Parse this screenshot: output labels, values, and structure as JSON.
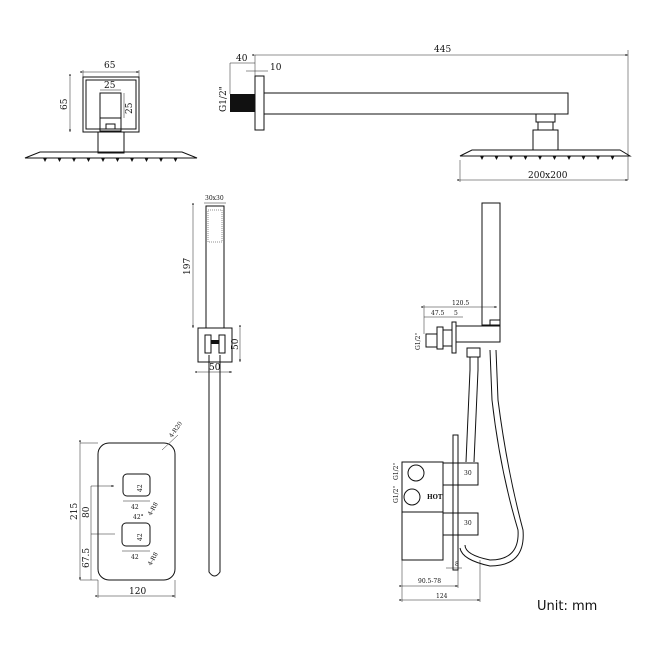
{
  "unit_label": "Unit: mm",
  "shower_head_front": {
    "width": "65",
    "height": "65",
    "inner_width": "25",
    "inner_height": "25"
  },
  "shower_arm_side": {
    "length": "445",
    "thread_length": "40",
    "flange": "10",
    "thread": "G1/2\"",
    "head_size": "200x200"
  },
  "hand_shower": {
    "head": "30x30",
    "length": "197",
    "bracket_height": "50",
    "bracket_width": "50"
  },
  "valve_plate": {
    "corner_radius": "4-R20",
    "height": "215",
    "spacing": "80",
    "bottom_offset": "67.5",
    "width": "120",
    "knob_w1": "42",
    "knob_h1": "42",
    "knob_w2": "42",
    "knob_h2": "42",
    "knob_radius1": "4-R8",
    "knob_radius2": "4-R8",
    "angle_mark": "42°"
  },
  "valve_side": {
    "outlet_length": "120.5",
    "outlet_thread": "47.5",
    "outlet_flange": "5",
    "outlet_connection": "G1/2\"",
    "inlet_cold": "G1/2\"",
    "inlet_hot": "G1/2\"",
    "hot_label": "HOT",
    "bracket1": "30",
    "bracket2": "30",
    "plate": "8",
    "depth_range": "90.5-78",
    "depth": "124"
  }
}
